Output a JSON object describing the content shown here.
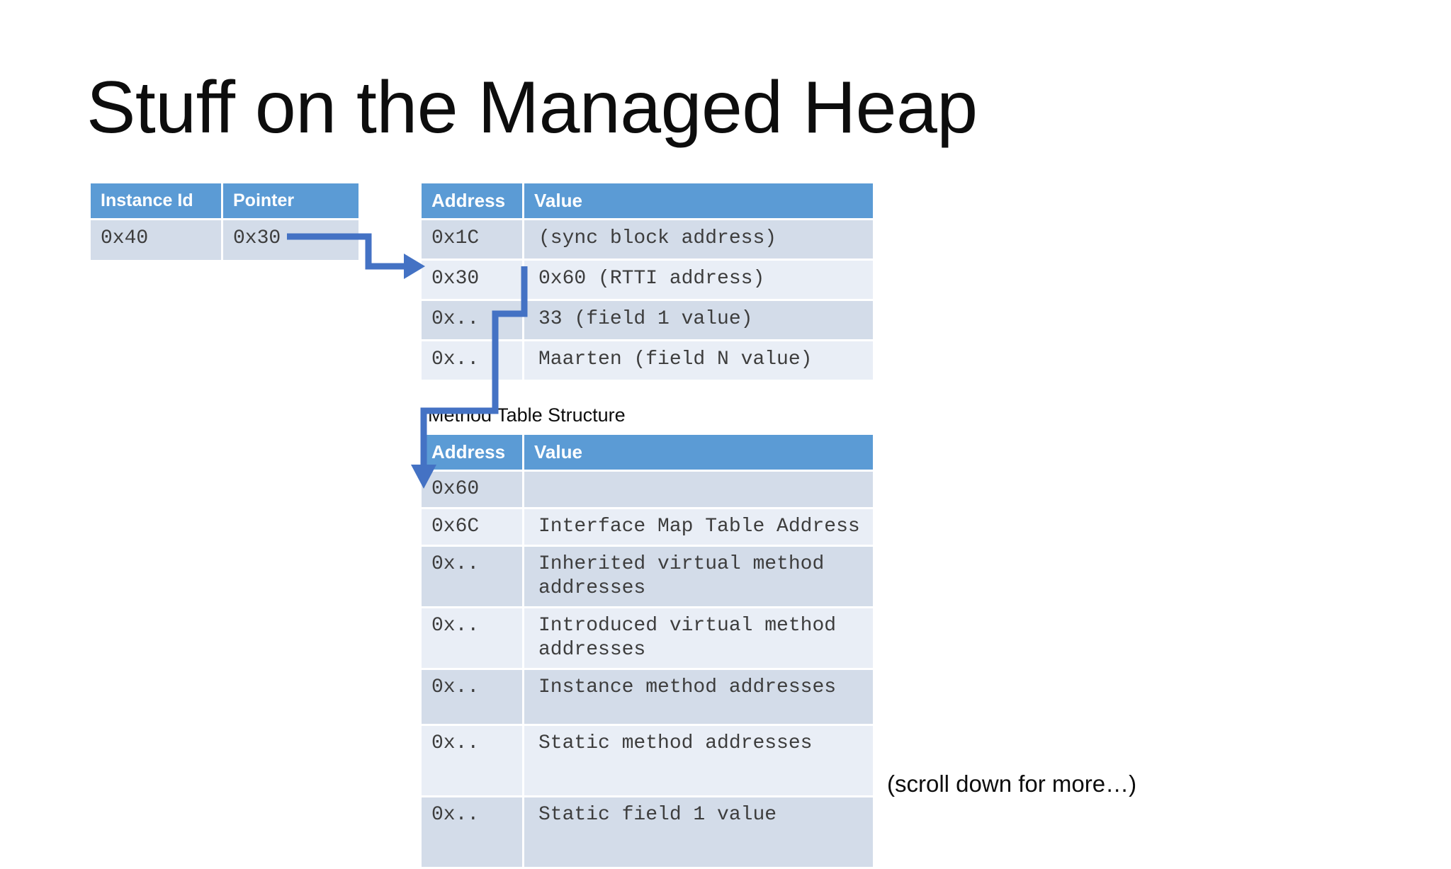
{
  "slide": {
    "title": "Stuff on the Managed Heap",
    "background": "#FFFFFF"
  },
  "colors": {
    "header_blue": "#5B9BD5",
    "row_band_dark": "#D3DCE9",
    "row_band_light": "#E9EEF6",
    "connector_blue": "#4472C4",
    "text_dark": "#3D3D3D",
    "title_black": "#0D0D0D"
  },
  "instance_table": {
    "name": "Instance table",
    "columns": [
      "Instance Id",
      "Pointer"
    ],
    "rows": [
      {
        "instance_id": "0x40",
        "pointer": "0x30"
      }
    ]
  },
  "object_table": {
    "name": "Object layout table",
    "columns": [
      "Address",
      "Value"
    ],
    "rows": [
      {
        "address": "0x1C",
        "value": "(sync block address)"
      },
      {
        "address": "0x30",
        "value": "0x60 (RTTI address)"
      },
      {
        "address": "0x..",
        "value": "33 (field 1 value)"
      },
      {
        "address": "0x..",
        "value": "Maarten (field N value)"
      }
    ]
  },
  "method_table": {
    "caption": "Method Table Structure",
    "columns": [
      "Address",
      "Value"
    ],
    "rows": [
      {
        "address": "0x60",
        "value": ""
      },
      {
        "address": "0x6C",
        "value": "Interface Map Table Address"
      },
      {
        "address": "0x..",
        "value": "Inherited virtual method addresses"
      },
      {
        "address": "0x..",
        "value": "Introduced virtual method addresses"
      },
      {
        "address": "0x..",
        "value": "Instance method addresses"
      },
      {
        "address": "0x..",
        "value": "Static method addresses"
      },
      {
        "address": "0x..",
        "value": "Static field 1 value"
      }
    ]
  },
  "notes": {
    "scroll_hint": "(scroll down for more…)"
  },
  "connectors": [
    {
      "name": "pointer-to-object-arrow",
      "from": "instance_table.pointer 0x30",
      "to": "object_table row 0x30",
      "direction": "right"
    },
    {
      "name": "rtti-to-method-table-arrow",
      "from": "object_table 0x60 (RTTI address)",
      "to": "method_table row 0x60",
      "direction": "down"
    }
  ]
}
